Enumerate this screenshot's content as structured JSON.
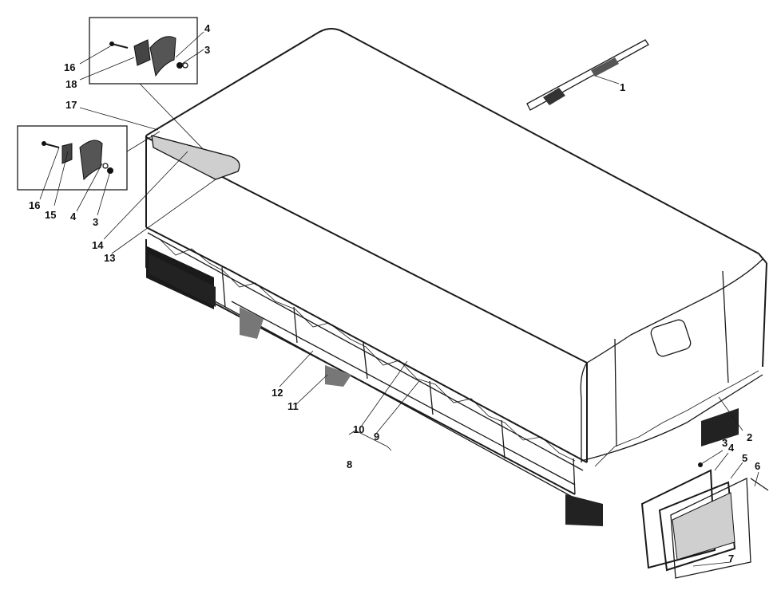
{
  "diagram": {
    "callouts": [
      {
        "id": "c1",
        "label": "1"
      },
      {
        "id": "c2",
        "label": "2"
      },
      {
        "id": "c3a",
        "label": "3"
      },
      {
        "id": "c3b",
        "label": "3"
      },
      {
        "id": "c3c",
        "label": "3"
      },
      {
        "id": "c4a",
        "label": "4"
      },
      {
        "id": "c4b",
        "label": "4"
      },
      {
        "id": "c4c",
        "label": "4"
      },
      {
        "id": "c5",
        "label": "5"
      },
      {
        "id": "c6",
        "label": "6"
      },
      {
        "id": "c7",
        "label": "7"
      },
      {
        "id": "c8",
        "label": "8"
      },
      {
        "id": "c9",
        "label": "9"
      },
      {
        "id": "c10",
        "label": "10"
      },
      {
        "id": "c11",
        "label": "11"
      },
      {
        "id": "c12",
        "label": "12"
      },
      {
        "id": "c13",
        "label": "13"
      },
      {
        "id": "c14",
        "label": "14"
      },
      {
        "id": "c15",
        "label": "15"
      },
      {
        "id": "c16a",
        "label": "16"
      },
      {
        "id": "c16b",
        "label": "16"
      },
      {
        "id": "c17",
        "label": "17"
      },
      {
        "id": "c18",
        "label": "18"
      }
    ]
  }
}
